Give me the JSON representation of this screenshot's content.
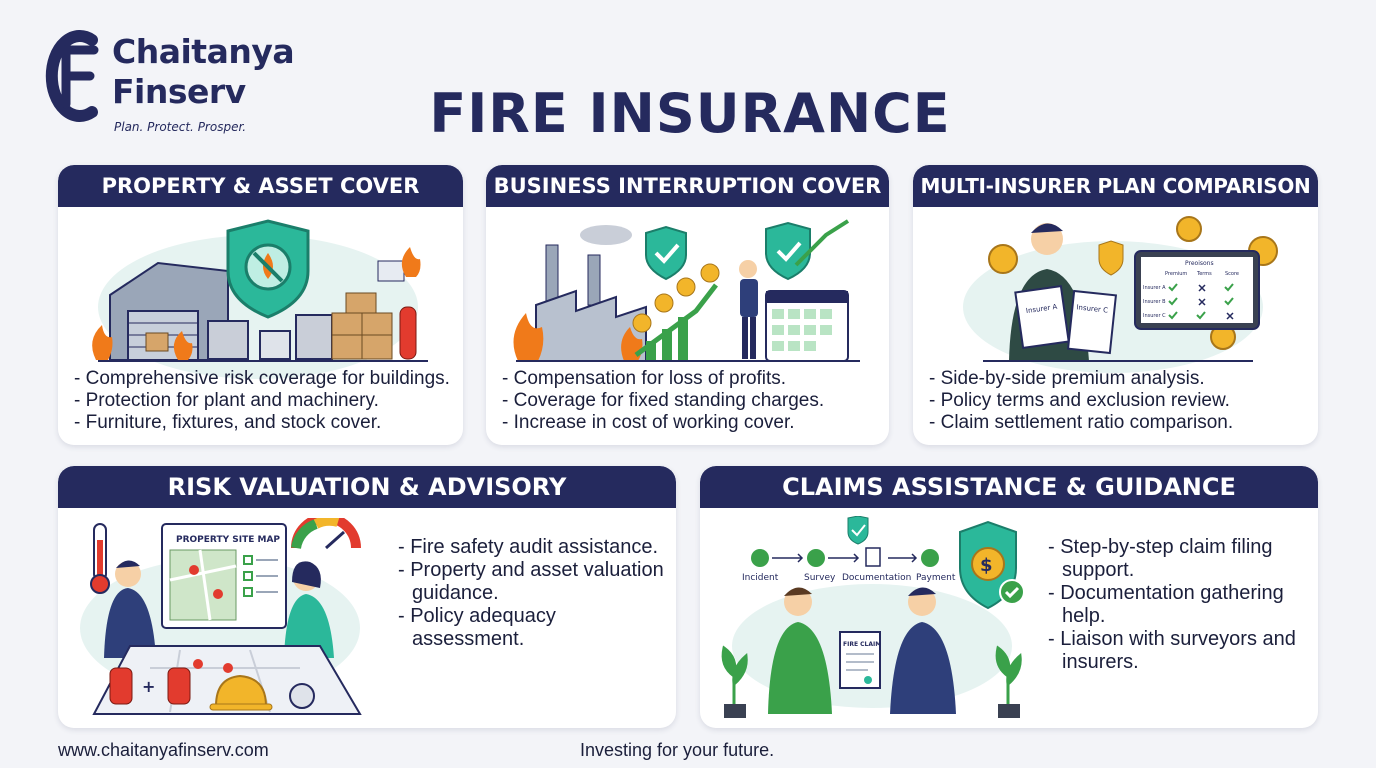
{
  "brand": {
    "name_line1": "Chaitanya",
    "name_line2": "Finserv",
    "tagline": "Plan. Protect. Prosper."
  },
  "title": "FIRE INSURANCE",
  "cards": [
    {
      "heading": "PROPERTY & ASSET COVER",
      "bullets": [
        "- Comprehensive risk coverage for buildings.",
        "- Protection for plant and machinery.",
        "- Furniture, fixtures, and stock cover."
      ]
    },
    {
      "heading": "BUSINESS INTERRUPTION COVER",
      "bullets": [
        "- Compensation for loss of profits.",
        "- Coverage for fixed standing charges.",
        "- Increase in cost of working cover."
      ]
    },
    {
      "heading": "MULTI-INSURER PLAN COMPARISON",
      "bullets": [
        "- Side-by-side premium analysis.",
        "- Policy terms and exclusion review.",
        "- Claim settlement ratio comparison."
      ],
      "illustration": {
        "table_title": "Preoisons",
        "columns": [
          "Premium",
          "Terms",
          "Score"
        ],
        "rows": [
          "Insurer A",
          "Insurer B",
          "Insurer C"
        ],
        "doc_a": "Insurer A",
        "doc_c": "Insurer C"
      }
    },
    {
      "heading": "RISK VALUATION & ADVISORY",
      "bullets": [
        "- Fire safety audit assistance.",
        "- Property and asset valuation guidance.",
        "- Policy adequacy assessment."
      ],
      "illustration": {
        "map_title": "PROPERTY SITE MAP"
      }
    },
    {
      "heading": "CLAIMS ASSISTANCE & GUIDANCE",
      "bullets": [
        "- Step-by-step claim filing support.",
        "- Documentation gathering help.",
        "- Liaison with surveyors and insurers."
      ],
      "illustration": {
        "steps": [
          "Incident",
          "Survey",
          "Documentation",
          "Payment"
        ],
        "form_title": "FIRE CLAIM"
      }
    }
  ],
  "footer": {
    "website": "www.chaitanyafinserv.com",
    "slogan": "Investing for your future."
  },
  "colors": {
    "navy": "#252a5e",
    "teal": "#2bb89a",
    "green": "#3aa14a",
    "fire": "#f07a1a",
    "gold": "#f2b52a"
  }
}
